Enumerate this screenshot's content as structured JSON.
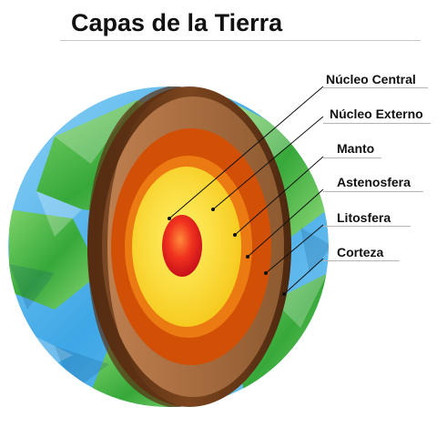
{
  "title": "Capas de la Tierra",
  "layers": [
    {
      "key": "core",
      "label": "Núcleo Central",
      "color": "#e0191c"
    },
    {
      "key": "outer_core",
      "label": "Núcleo Externo",
      "color": "#f8d21a"
    },
    {
      "key": "mantle",
      "label": "Manto",
      "color": "#ec6a10"
    },
    {
      "key": "asthenosphere",
      "label": "Astenosfera",
      "color": "#d24f06"
    },
    {
      "key": "lithosphere",
      "label": "Litosfera",
      "color": "#a86d3f"
    },
    {
      "key": "crust",
      "label": "Corteza",
      "color": "#6a3a1a"
    }
  ],
  "colors": {
    "ocean": "#3fa9e8",
    "land": "#3db03a"
  }
}
